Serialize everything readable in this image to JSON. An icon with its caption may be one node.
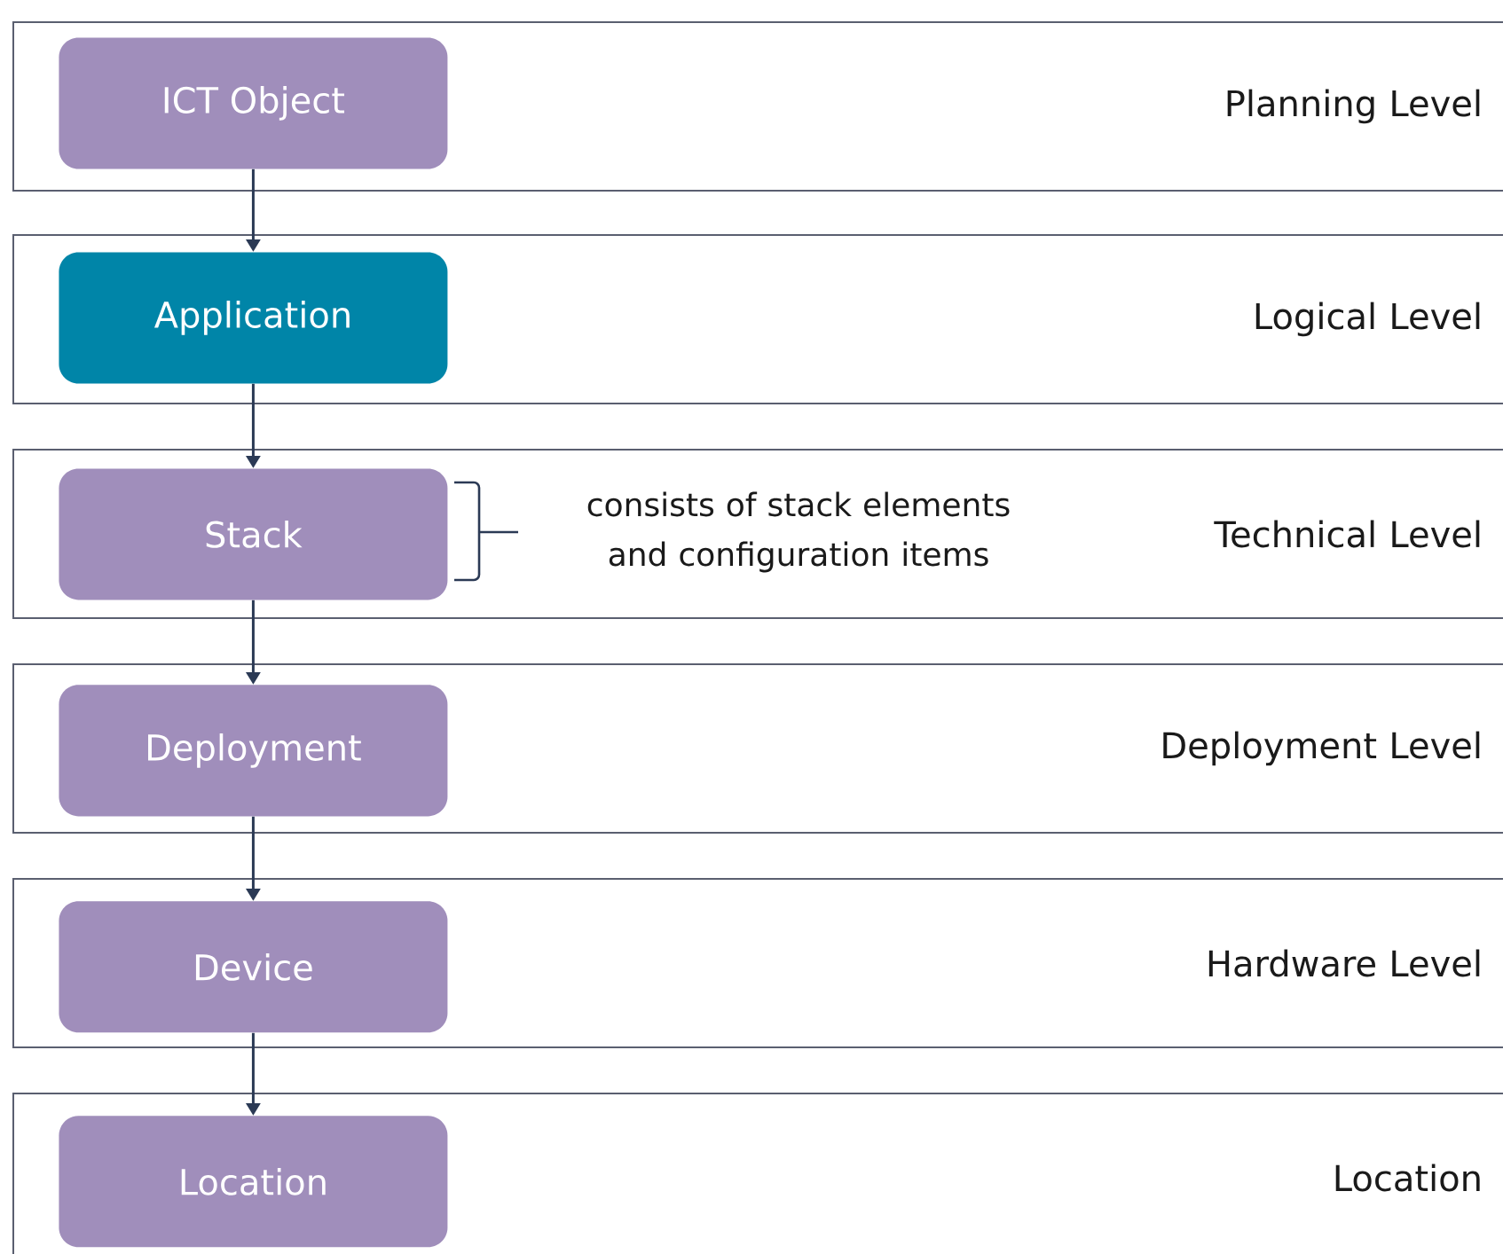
{
  "diagram": {
    "nodes": [
      {
        "text": [
          "Planning Level"
        ]
      },
      {
        "text": [
          "ICT Object"
        ],
        "in": 0
      },
      {
        "text": [
          "Logical Level"
        ]
      },
      {
        "text": [
          "Application"
        ],
        "in": 2
      },
      {
        "text": [
          "Technical Level"
        ]
      },
      {
        "text": [
          "Stack"
        ],
        "in": 4
      },
      {
        "text": [
          "Deployment  Level"
        ]
      },
      {
        "text": [
          "Deployment"
        ],
        "in": 6
      },
      {
        "text": [
          "Hardware Level"
        ]
      },
      {
        "text": [
          "Device"
        ],
        "in": 8
      },
      {
        "text": [
          "Location"
        ]
      },
      {
        "text": [
          "Location"
        ],
        "in": 10
      }
    ],
    "edges": [
      {
        "from": 1,
        "to": 3,
        "arrow": "to"
      },
      {
        "from": 3,
        "to": 5,
        "arrow": "to"
      },
      {
        "from": 5,
        "to": 7,
        "arrow": "to"
      },
      {
        "from": 7,
        "to": 9,
        "arrow": "to"
      },
      {
        "from": 9,
        "to": 11,
        "arrow": "to"
      }
    ],
    "labels": [
      "consists of stack elements and configuration items"
    ]
  }
}
